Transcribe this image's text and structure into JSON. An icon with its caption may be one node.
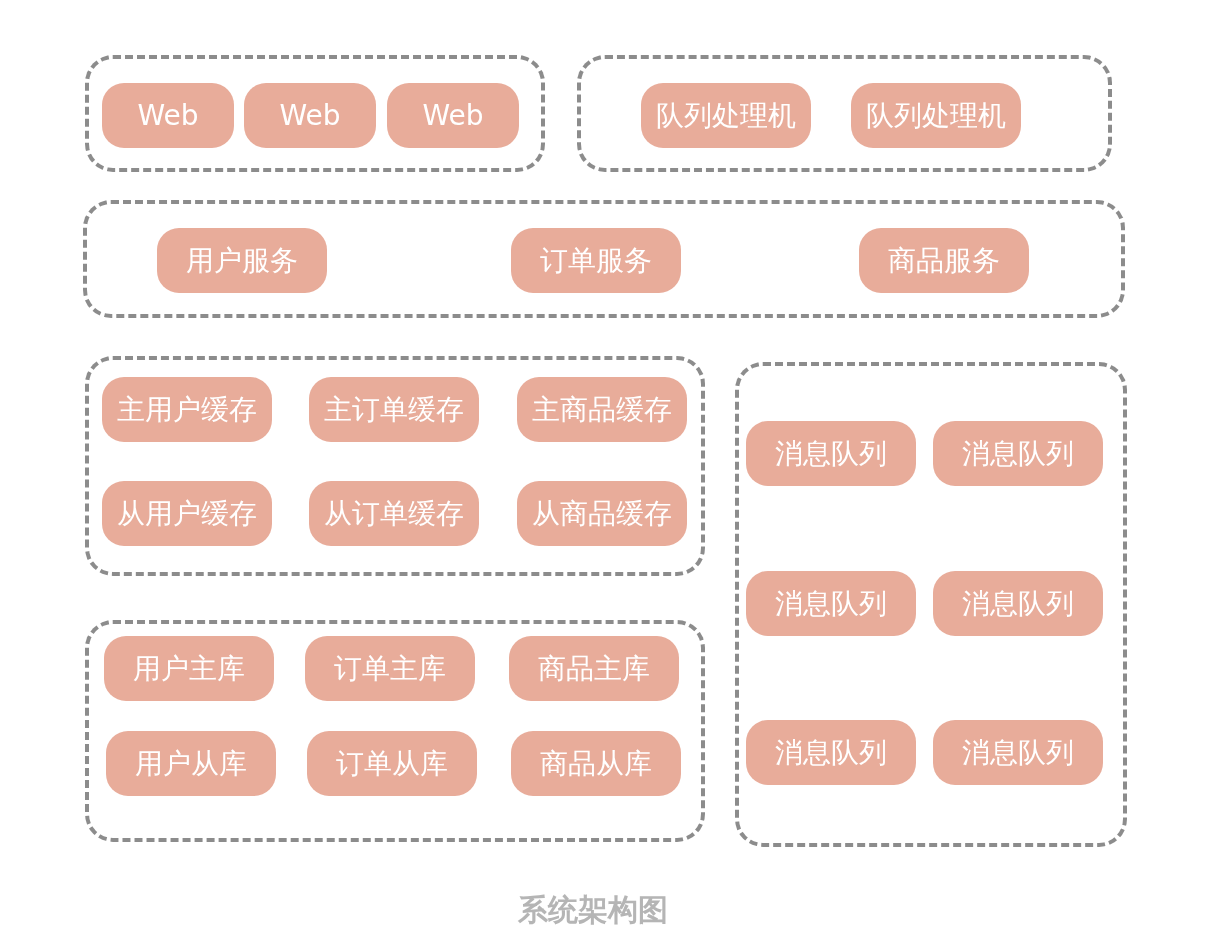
{
  "diagram": {
    "caption": "系统架构图",
    "nodes": [
      {
        "text": [],
        "shape": "box"
      },
      {
        "text": [
          "Web"
        ],
        "in": 0
      },
      {
        "text": [
          "Web"
        ],
        "in": 0
      },
      {
        "text": [
          "Web"
        ],
        "in": 0
      },
      {
        "text": [],
        "shape": "box"
      },
      {
        "text": [
          "队列处理机"
        ],
        "in": 4
      },
      {
        "text": [
          "队列处理机"
        ],
        "in": 4
      },
      {
        "text": [],
        "shape": "box"
      },
      {
        "text": [
          "用户服务"
        ],
        "in": 7
      },
      {
        "text": [
          "订单服务"
        ],
        "in": 7
      },
      {
        "text": [
          "商品服务"
        ],
        "in": 7
      },
      {
        "text": [],
        "shape": "box"
      },
      {
        "text": [
          "主用户缓存"
        ],
        "in": 11
      },
      {
        "text": [
          "主订单缓存"
        ],
        "in": 11
      },
      {
        "text": [
          "主商品缓存"
        ],
        "in": 11
      },
      {
        "text": [
          "从用户缓存"
        ],
        "in": 11
      },
      {
        "text": [
          "从订单缓存"
        ],
        "in": 11
      },
      {
        "text": [
          "从商品缓存"
        ],
        "in": 11
      },
      {
        "text": [],
        "shape": "box"
      },
      {
        "text": [
          "消息队列"
        ],
        "in": 18
      },
      {
        "text": [
          "消息队列"
        ],
        "in": 18
      },
      {
        "text": [
          "消息队列"
        ],
        "in": 18
      },
      {
        "text": [
          "消息队列"
        ],
        "in": 18
      },
      {
        "text": [
          "消息队列"
        ],
        "in": 18
      },
      {
        "text": [
          "消息队列"
        ],
        "in": 18
      },
      {
        "text": [],
        "shape": "box"
      },
      {
        "text": [
          "用户主库"
        ],
        "in": 25
      },
      {
        "text": [
          "订单主库"
        ],
        "in": 25
      },
      {
        "text": [
          "商品主库"
        ],
        "in": 25
      },
      {
        "text": [
          "用户从库"
        ],
        "in": 25
      },
      {
        "text": [
          "订单从库"
        ],
        "in": 25
      },
      {
        "text": [
          "商品从库"
        ],
        "in": 25
      }
    ],
    "edges": []
  }
}
